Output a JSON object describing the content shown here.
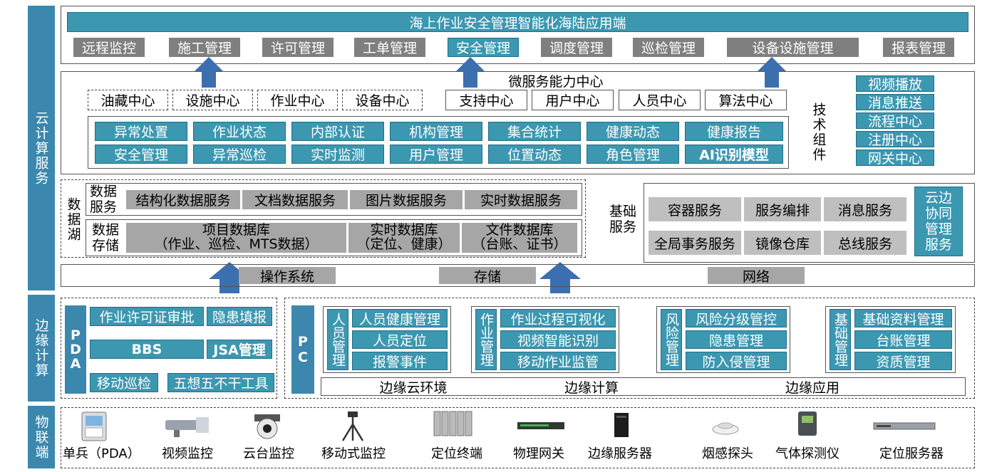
{
  "side_labels": {
    "cloud": "云计算服务",
    "edge": "边缘计算",
    "iot": "物联端"
  },
  "app": {
    "title": "海上作业安全管理智能化海陆应用端",
    "modules": [
      "远程监控",
      "施工管理",
      "许可管理",
      "工单管理",
      "安全管理",
      "调度管理",
      "巡检管理",
      "设备设施管理",
      "报表管理"
    ]
  },
  "micro": {
    "title": "微服务能力中心",
    "centers_dashed": [
      "油藏中心",
      "设施中心",
      "作业中心",
      "设备中心"
    ],
    "centers_solid": [
      "支持中心",
      "用户中心",
      "人员中心",
      "算法中心"
    ],
    "grid_row1": [
      "异常处置",
      "作业状态",
      "内部认证",
      "机构管理",
      "集合统计",
      "健康动态",
      "健康报告"
    ],
    "grid_row2": [
      "安全管理",
      "异常巡检",
      "实时监测",
      "用户管理",
      "位置动态",
      "角色管理",
      "AI识别模型"
    ],
    "tech_label": "技术组件",
    "tech_items": [
      "视频播放",
      "消息推送",
      "流程中心",
      "注册中心",
      "网关中心"
    ]
  },
  "data_lake": {
    "label": "数据湖",
    "service_label": "数据服务",
    "services": [
      "结构化数据服务",
      "文档数据服务",
      "图片数据服务",
      "实时数据服务"
    ],
    "storage_label": "数据存储",
    "storages": [
      {
        "name": "项目数据库",
        "detail": "（作业、巡检、MTS数据）"
      },
      {
        "name": "实时数据库",
        "detail": "（定位、健康）"
      },
      {
        "name": "文件数据库",
        "detail": "（台账、证书）"
      }
    ]
  },
  "base": {
    "label": "基础服务",
    "items_row1": [
      "容器服务",
      "服务编排",
      "消息服务"
    ],
    "items_row2": [
      "全局事务服务",
      "镜像仓库",
      "总线服务"
    ],
    "cloud_edge": "云边协同管理服务"
  },
  "infra": [
    "操作系统",
    "存储",
    "网络"
  ],
  "pda": {
    "label": "PDA",
    "items": [
      "作业许可证审批",
      "隐患填报",
      "BBS",
      "JSA管理",
      "移动巡检",
      "五想五不干工具"
    ]
  },
  "pc": {
    "label": "PC",
    "groups": [
      {
        "label": "人员管理",
        "items": [
          "人员健康管理",
          "人员定位",
          "报警事件"
        ]
      },
      {
        "label": "作业管理",
        "items": [
          "作业过程可视化",
          "视频智能识别",
          "移动作业监管"
        ]
      },
      {
        "label": "风险管理",
        "items": [
          "风险分级管控",
          "隐患管理",
          "防入侵管理"
        ]
      },
      {
        "label": "基础管理",
        "items": [
          "基础资料管理",
          "台账管理",
          "资质管理"
        ]
      }
    ],
    "bottom": [
      "边缘云环境",
      "边缘计算",
      "边缘应用"
    ]
  },
  "devices": [
    {
      "label": "单兵（PDA）",
      "icon": "pda-device-icon"
    },
    {
      "label": "视频监控",
      "icon": "video-camera-icon"
    },
    {
      "label": "云台监控",
      "icon": "ptz-camera-icon"
    },
    {
      "label": "移动式监控",
      "icon": "tripod-camera-icon"
    },
    {
      "label": "定位终端",
      "icon": "positioning-terminal-icon"
    },
    {
      "label": "物理网关",
      "icon": "gateway-icon"
    },
    {
      "label": "边缘服务器",
      "icon": "edge-server-icon"
    },
    {
      "label": "烟感探头",
      "icon": "smoke-detector-icon"
    },
    {
      "label": "气体探测仪",
      "icon": "gas-detector-icon"
    },
    {
      "label": "定位服务器",
      "icon": "rack-server-icon"
    }
  ]
}
